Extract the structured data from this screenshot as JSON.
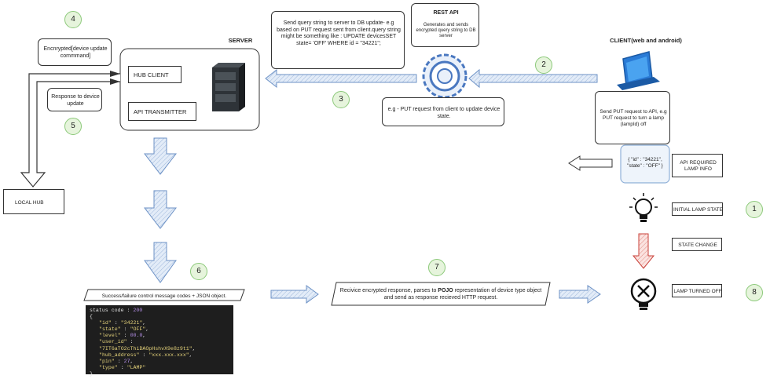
{
  "labels": {
    "server_title": "SERVER",
    "client_title": "CLIENT(web and android)",
    "rest_api_title": "REST API",
    "rest_api_desc": "Generates and sends encrypted query string to DB server",
    "query_desc": "Send query string to server to DB update- e.g based on PUT request sent from client.query string might be something like : UPDATE devicesSET state= 'OFF' WHERE id = \"34221\";",
    "put_example": "e.g - PUT request from client to update device state.",
    "client_desc": "Send PUT request to API, e.g PUT request to turn a lamp (lampId) off",
    "hub_client": "HUB CLIENT",
    "api_transmitter": "API TRANSMITTER",
    "encrypted_cmd": "Encnrypted[device update commmand]",
    "response_device": "Response to device update",
    "local_hub": "LOCAL HUB",
    "api_json": "{ \"id\" : \"34221\", \"state\" : \"OFF\" }",
    "api_required": "API REQUIRED LAMP INFO",
    "initial_state": "INITIAL LAMP STATE",
    "state_change": "STATE CHANGE",
    "lamp_off": "LAMP TURNED OFF",
    "success_banner": "Success/failure control message codes + JSON object.",
    "receive_pre": "Recivice encrypted response, parses to ",
    "receive_pojo": "POJO",
    "receive_post": " representation of device type object and send as response recieved HTTP request."
  },
  "steps": [
    "1",
    "2",
    "3",
    "4",
    "5",
    "6",
    "7",
    "8"
  ],
  "code": {
    "status_key": "status code : ",
    "status_val": "200",
    "open": "{",
    "close": "}",
    "lines": [
      {
        "key": "\"id\"",
        "val": "\"34221\"",
        "kind": "s"
      },
      {
        "key": "\"state\"",
        "val": "\"OFF\"",
        "kind": "s"
      },
      {
        "key": "\"level\"",
        "val": "00.0",
        "kind": "n"
      },
      {
        "key": "\"user_id\"",
        "val": "\"7IT6aTO2cThiDAOpHshvX9e8z9t1\"",
        "kind": "s"
      },
      {
        "key": "\"hub_address\"",
        "val": "\"xxx.xxx.xxx\"",
        "kind": "s"
      },
      {
        "key": "\"pin\"",
        "val": "27",
        "kind": "n"
      },
      {
        "key": "\"type\"",
        "val": "\"LAMP\"",
        "kind": "s"
      }
    ]
  },
  "colors": {
    "blue_arrow_fill": "#dbe7f6",
    "blue_arrow_stroke": "#6d92c6",
    "red_arrow_fill": "#f7d6d2",
    "red_arrow_stroke": "#c9413a",
    "step_fill": "#e6f4dc",
    "step_stroke": "#8cc97a"
  }
}
